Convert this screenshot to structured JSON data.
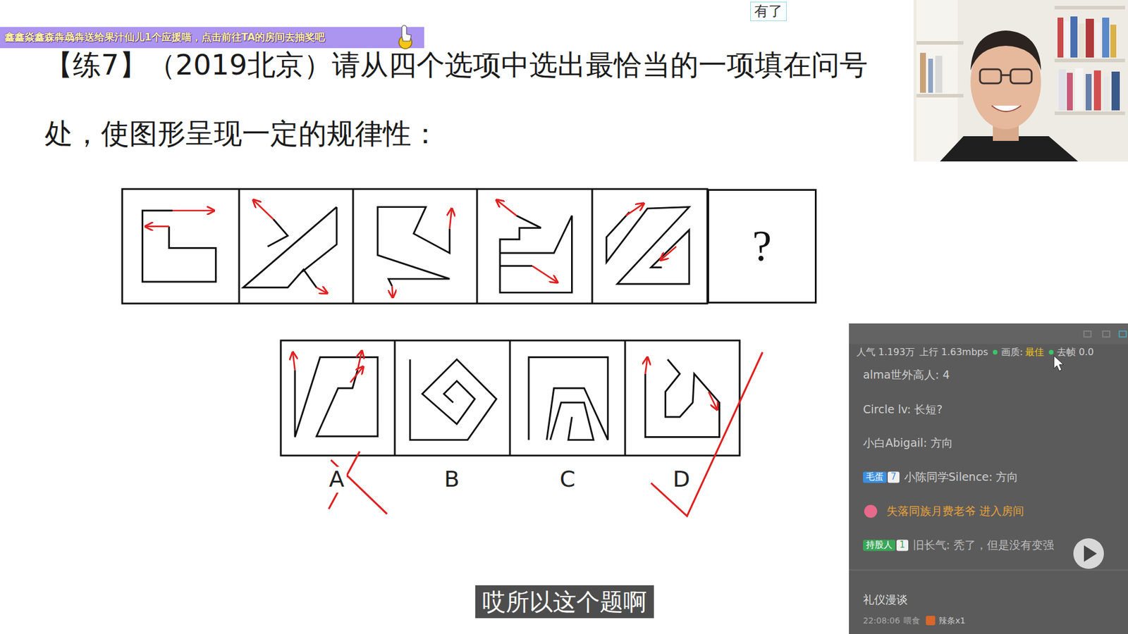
{
  "diagram": {
    "title": "【练7】（2019北京）请从四个选项中选出最恰当的一项填在问号处，使图形呈现一定的规律性：",
    "nodes": [
      {
        "text": [
          "有了"
        ]
      },
      {
        "text": [
          "?"
        ]
      },
      {
        "text": [
          "哎所以这个题啊"
        ]
      }
    ],
    "labels": [
      "鑫鑫焱鑫森犇骉犇送给果汁仙儿1个应援喵，点击前往TA的房间去抽奖吧",
      "A",
      "B",
      "C",
      "D",
      "人气 1.193万",
      "上行 1.63mbps",
      "画质:",
      "最佳",
      "去帧 0.0",
      "alma世外高人: 4",
      "Circle lv: 长短?",
      "小白Abigail: 方向",
      "毛蛋",
      "7",
      "小陈同学Silence: 方向",
      "失落同族月费老爷 进入房间",
      "持股人",
      "1",
      "旧长气: 秃了，但是没有变强",
      "礼仪漫谈",
      "22:08:06",
      "喂食",
      "辣条x1"
    ]
  }
}
